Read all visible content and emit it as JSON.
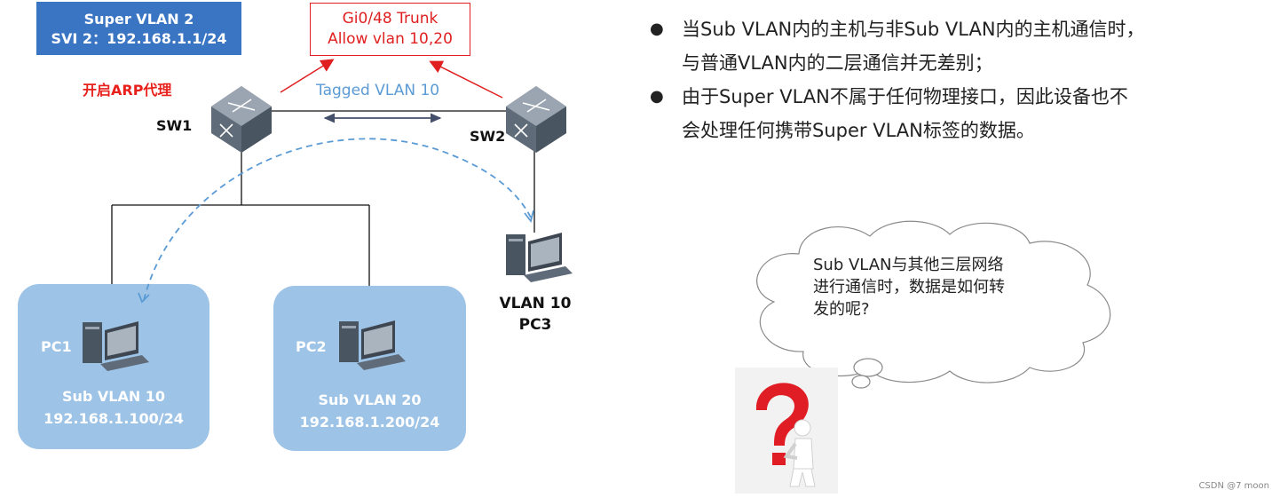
{
  "super_vlan": {
    "line1": "Super VLAN 2",
    "line2": "SVI 2：192.168.1.1/24"
  },
  "trunk": {
    "line1": "Gi0/48  Trunk",
    "line2": "Allow vlan 10,20"
  },
  "arp_label": "开启ARP代理",
  "tagged_label": "Tagged VLAN 10",
  "sw1": "SW1",
  "sw2": "SW2",
  "pc1": "PC1",
  "pc2": "PC2",
  "sub_vlan_10": {
    "name": "Sub VLAN 10",
    "ip": "192.168.1.100/24"
  },
  "sub_vlan_20": {
    "name": "Sub VLAN 20",
    "ip": "192.168.1.200/24"
  },
  "pc3": {
    "line1": "VLAN 10",
    "line2": "PC3"
  },
  "bullets": [
    {
      "line1": "当Sub VLAN内的主机与非Sub VLAN内的主机通信时，",
      "line2": "与普通VLAN内的二层通信并无差别；"
    },
    {
      "line1": "由于Super VLAN不属于任何物理接口，因此设备也不",
      "line2": "会处理任何携带Super VLAN标签的数据。"
    }
  ],
  "thought": {
    "line1": "Sub VLAN与其他三层网络",
    "line2": "进行通信时，数据是如何转",
    "line3": "发的呢?"
  },
  "watermark": "CSDN @7 moon",
  "colors": {
    "blue_box": "#3a75c4",
    "red": "#e02020",
    "light_blue": "#9dc3e6",
    "dashed": "#5b9bd5"
  }
}
